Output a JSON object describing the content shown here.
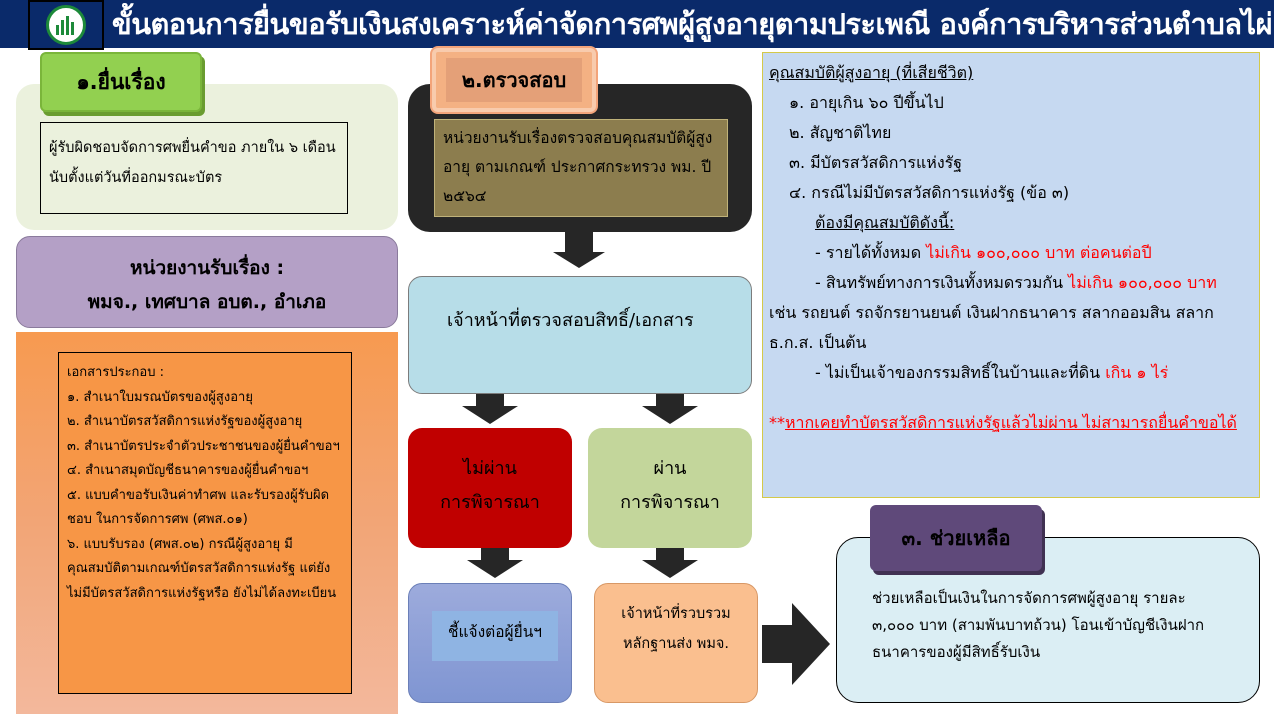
{
  "header": {
    "title": "ขั้นตอนการยื่นขอรับเงินสงเคราะห์ค่าจัดการศพผู้สูงอายุตามประเพณี     องค์การบริหารส่วนตำบลไผ่"
  },
  "step1": {
    "label": "๑.ยื่นเรื่อง",
    "text": "ผู้รับผิดชอบจัดการศพยื่นคำขอ ภายใน ๖ เดือน นับตั้งแต่วันที่ออกมรณะบัตร"
  },
  "agency": {
    "line1": "หน่วยงานรับเรื่อง :",
    "line2": "พมจ., เทศบาล อบต., อำเภอ"
  },
  "documents": {
    "heading": "เอกสารประกอบ :",
    "items": [
      "๑. สำเนาใบมรณบัตรของผู้สูงอายุ",
      "๒. สำเนาบัตรสวัสดิการแห่งรัฐของผู้สูงอายุ",
      "๓. สำเนาบัตรประจำตัวประชาชนของผู้ยื่นคำขอฯ",
      "๔. สำเนาสมุดบัญชีธนาคารของผู้ยื่นคำขอฯ",
      "๕. แบบคำขอรับเงินค่าทำศพ และรับรองผู้รับผิดชอบ ในการจัดการศพ (ศพส.๐๑)",
      " ๖. แบบรับรอง (ศพส.๐๒) กรณีผู้สูงอายุ มีคุณสมบัติตามเกณฑ์บัตรสวัสดิการแห่งรัฐ แต่ยังไม่มีบัตรสวัสดิการแห่งรัฐหรือ ยังไม่ได้ลงทะเบียน"
    ]
  },
  "step2": {
    "label": "๒.ตรวจสอบ",
    "text": "หน่วยงานรับเรื่องตรวจสอบคุณสมบัติผู้สูงอายุ ตามเกณฑ์ ประกาศกระทรวง พม. ปี ๒๕๖๔"
  },
  "officer": {
    "text": "เจ้าหน้าที่ตรวจสอบสิทธิ์/เอกสาร"
  },
  "fail": {
    "line1": "ไม่ผ่าน",
    "line2": "การพิจารณา"
  },
  "pass": {
    "line1": "ผ่าน",
    "line2": "การพิจารณา"
  },
  "notify": {
    "text": "ชี้แจ้งต่อผู้ยื่นฯ"
  },
  "collect": {
    "line1": "เจ้าหน้าที่รวบรวม",
    "line2": "หลักฐานส่ง พมจ."
  },
  "qualifications": {
    "title": "คุณสมบัติผู้สูงอายุ (ที่เสียชีวิต)",
    "q1": "๑. อายุเกิน ๖๐ ปีขึ้นไป",
    "q2": "๒. สัญชาติไทย",
    "q3": "๓. มีบัตรสวัสดิการแห่งรัฐ",
    "q4": "๔. กรณีไม่มีบัตรสวัสดิการแห่งรัฐ  (ข้อ ๓)",
    "must": "ต้องมีคุณสมบัติดังนี้:",
    "income_prefix": "- รายได้ทั้งหมด ",
    "income_red": "ไม่เกิน ๑๐๐,๐๐๐ บาท ต่อคนต่อปี",
    "assets_prefix": "- สินทรัพย์ทางการเงินทั้งหมดรวมกัน ",
    "assets_red": "ไม่เกิน ๑๐๐,๐๐๐ บาท",
    "assets_cont1": "เช่น รถยนต์ รถจักรยานยนต์ เงินฝากธนาคาร สลากออมสิน สลาก",
    "assets_cont2": "ธ.ก.ส. เป็นต้น",
    "land_prefix": "- ไม่เป็นเจ้าของกรรมสิทธิ์ในบ้านและที่ดิน ",
    "land_red": "เกิน ๑ ไร่",
    "note_stars": "**",
    "note": "หากเคยทำบัตรสวัสดิการแห่งรัฐแล้วไม่ผ่าน  ไม่สามารถยื่นคำขอได้"
  },
  "step3": {
    "label": "๓. ช่วยเหลือ",
    "text": "ช่วยเหลือเป็นเงินในการจัดการศพผู้สูงอายุ รายละ ๓,๐๐๐ บาท (สามพันบาทถ้วน) โอนเข้าบัญชีเงินฝากธนาคารของผู้มีสิทธิ์รับเงิน"
  }
}
